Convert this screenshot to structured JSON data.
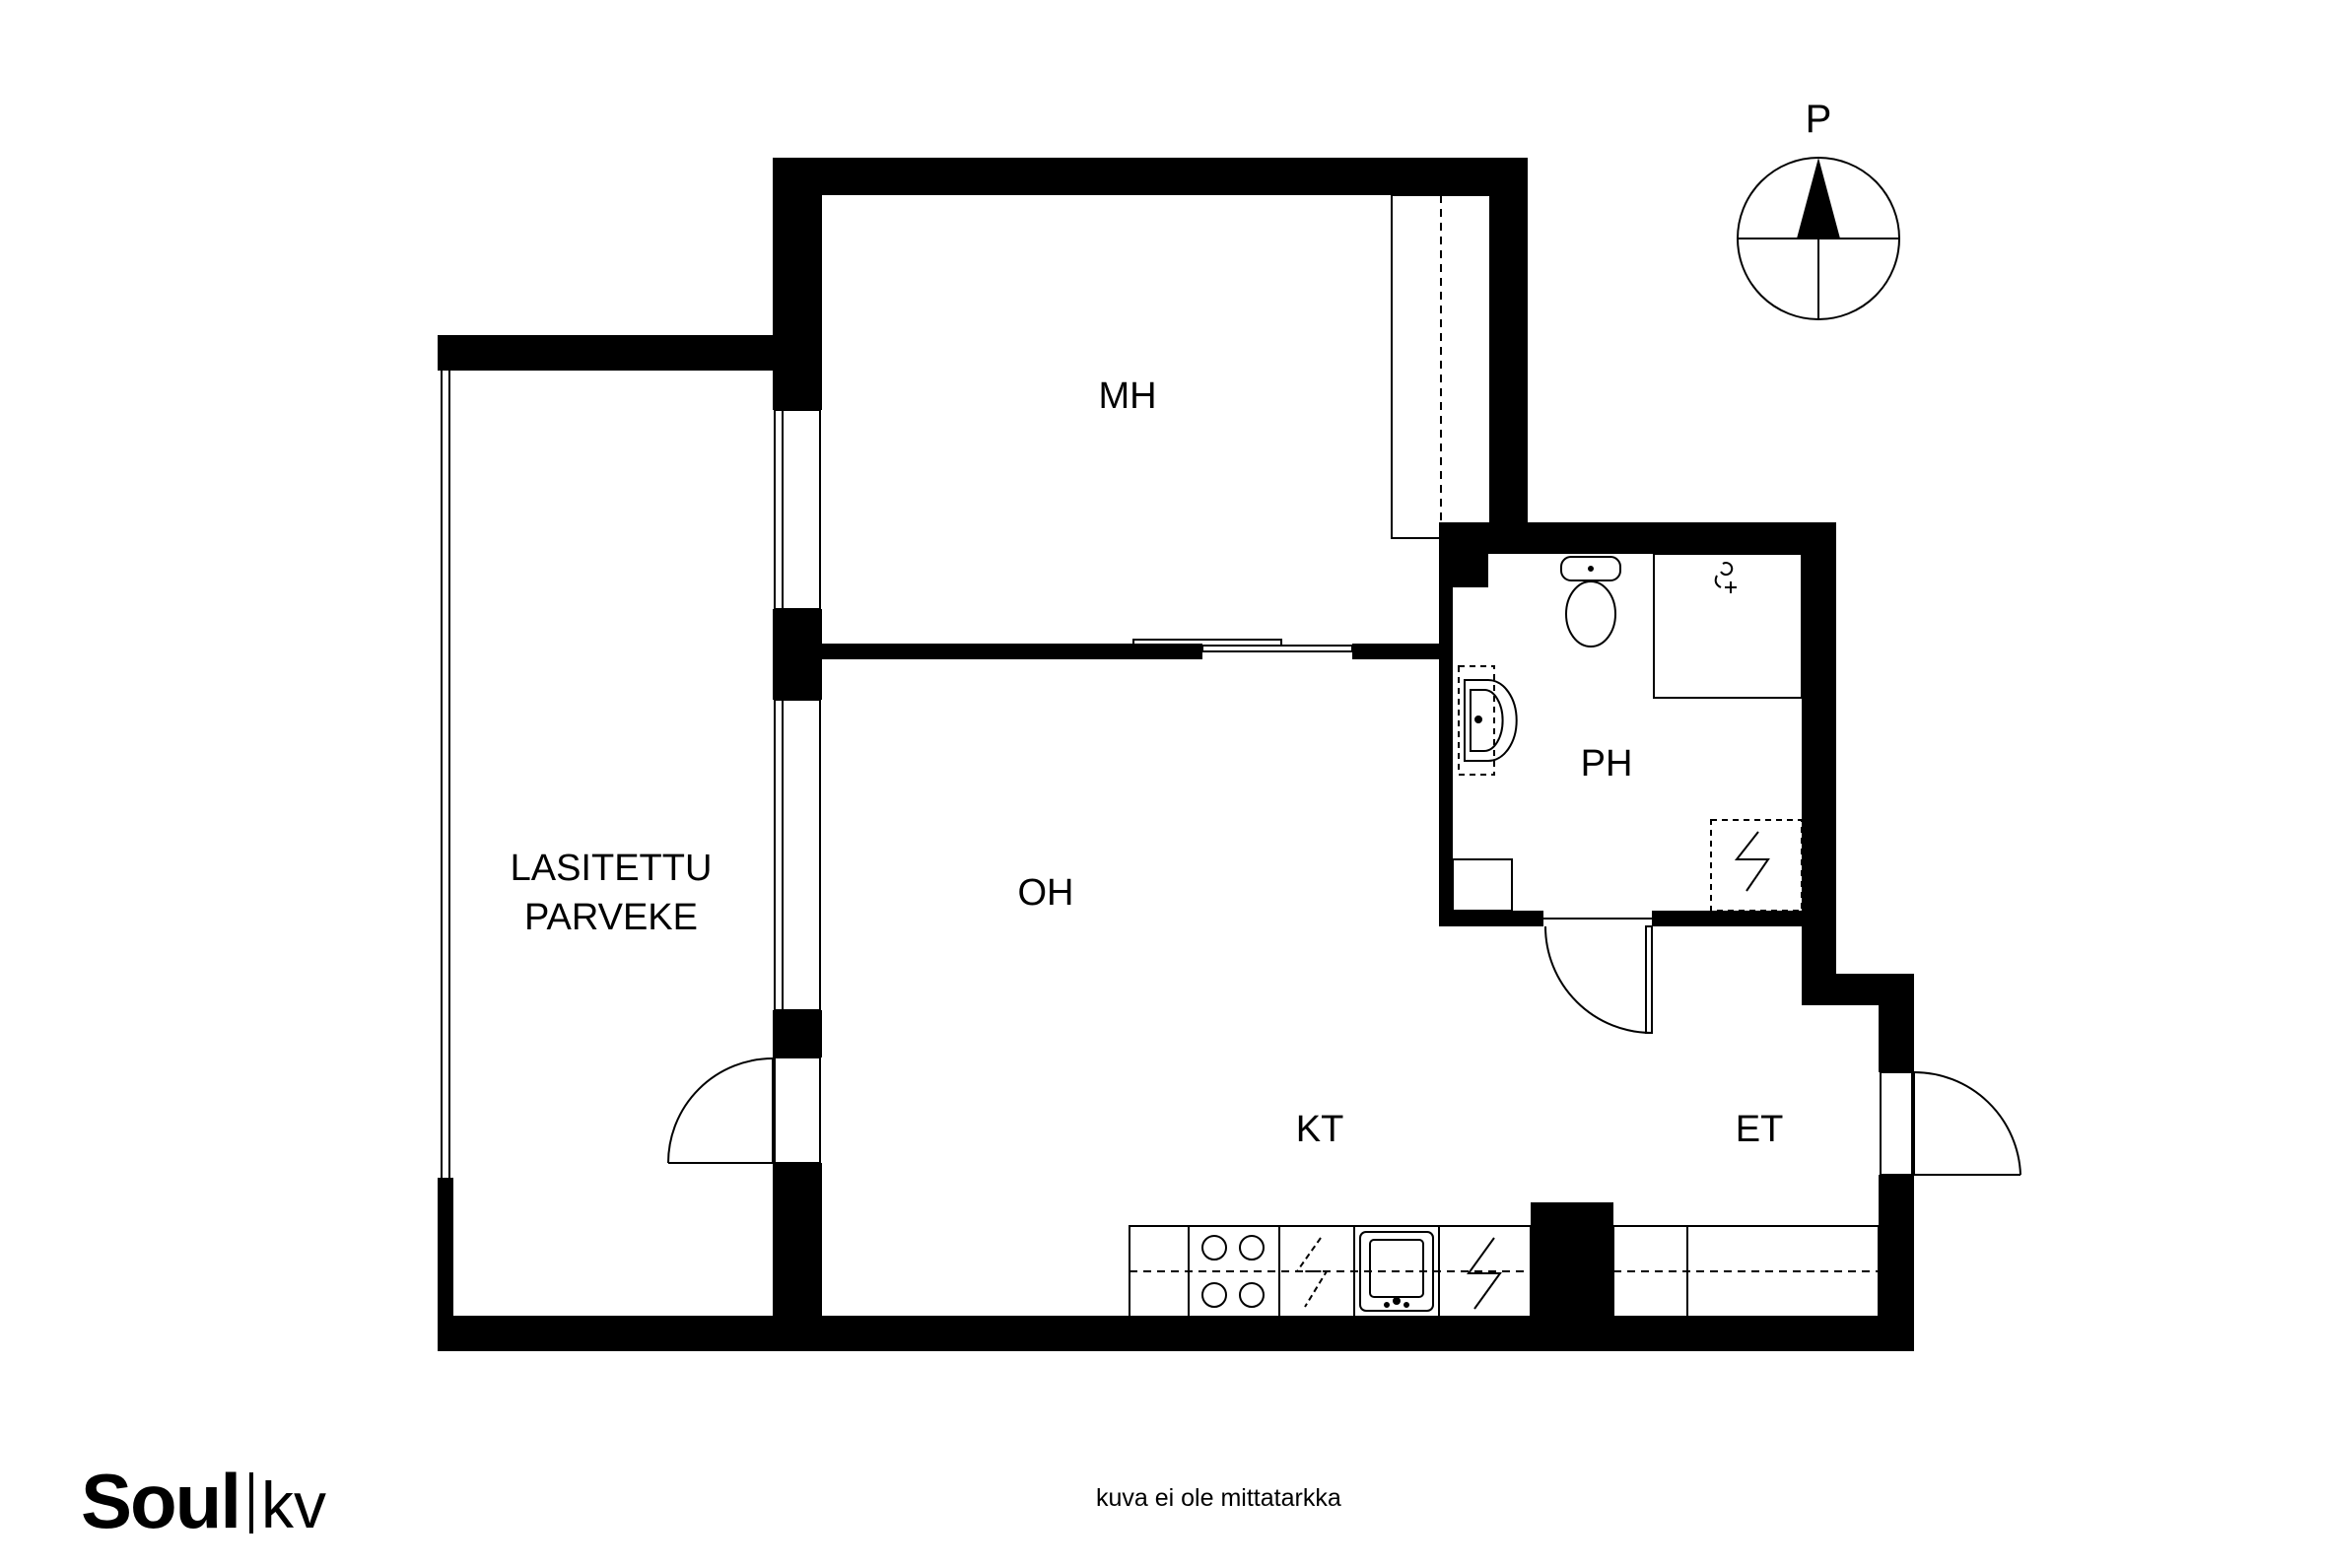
{
  "rooms": {
    "mh": "MH",
    "oh": "OH",
    "kt": "KT",
    "et": "ET",
    "ph": "PH",
    "balcony_line1": "LASITETTU",
    "balcony_line2": "PARVEKE"
  },
  "compass": {
    "north_label": "P"
  },
  "footer": {
    "brand": "Soul",
    "brand_suffix": "kv",
    "disclaimer": "kuva ei ole mittatarkka"
  }
}
